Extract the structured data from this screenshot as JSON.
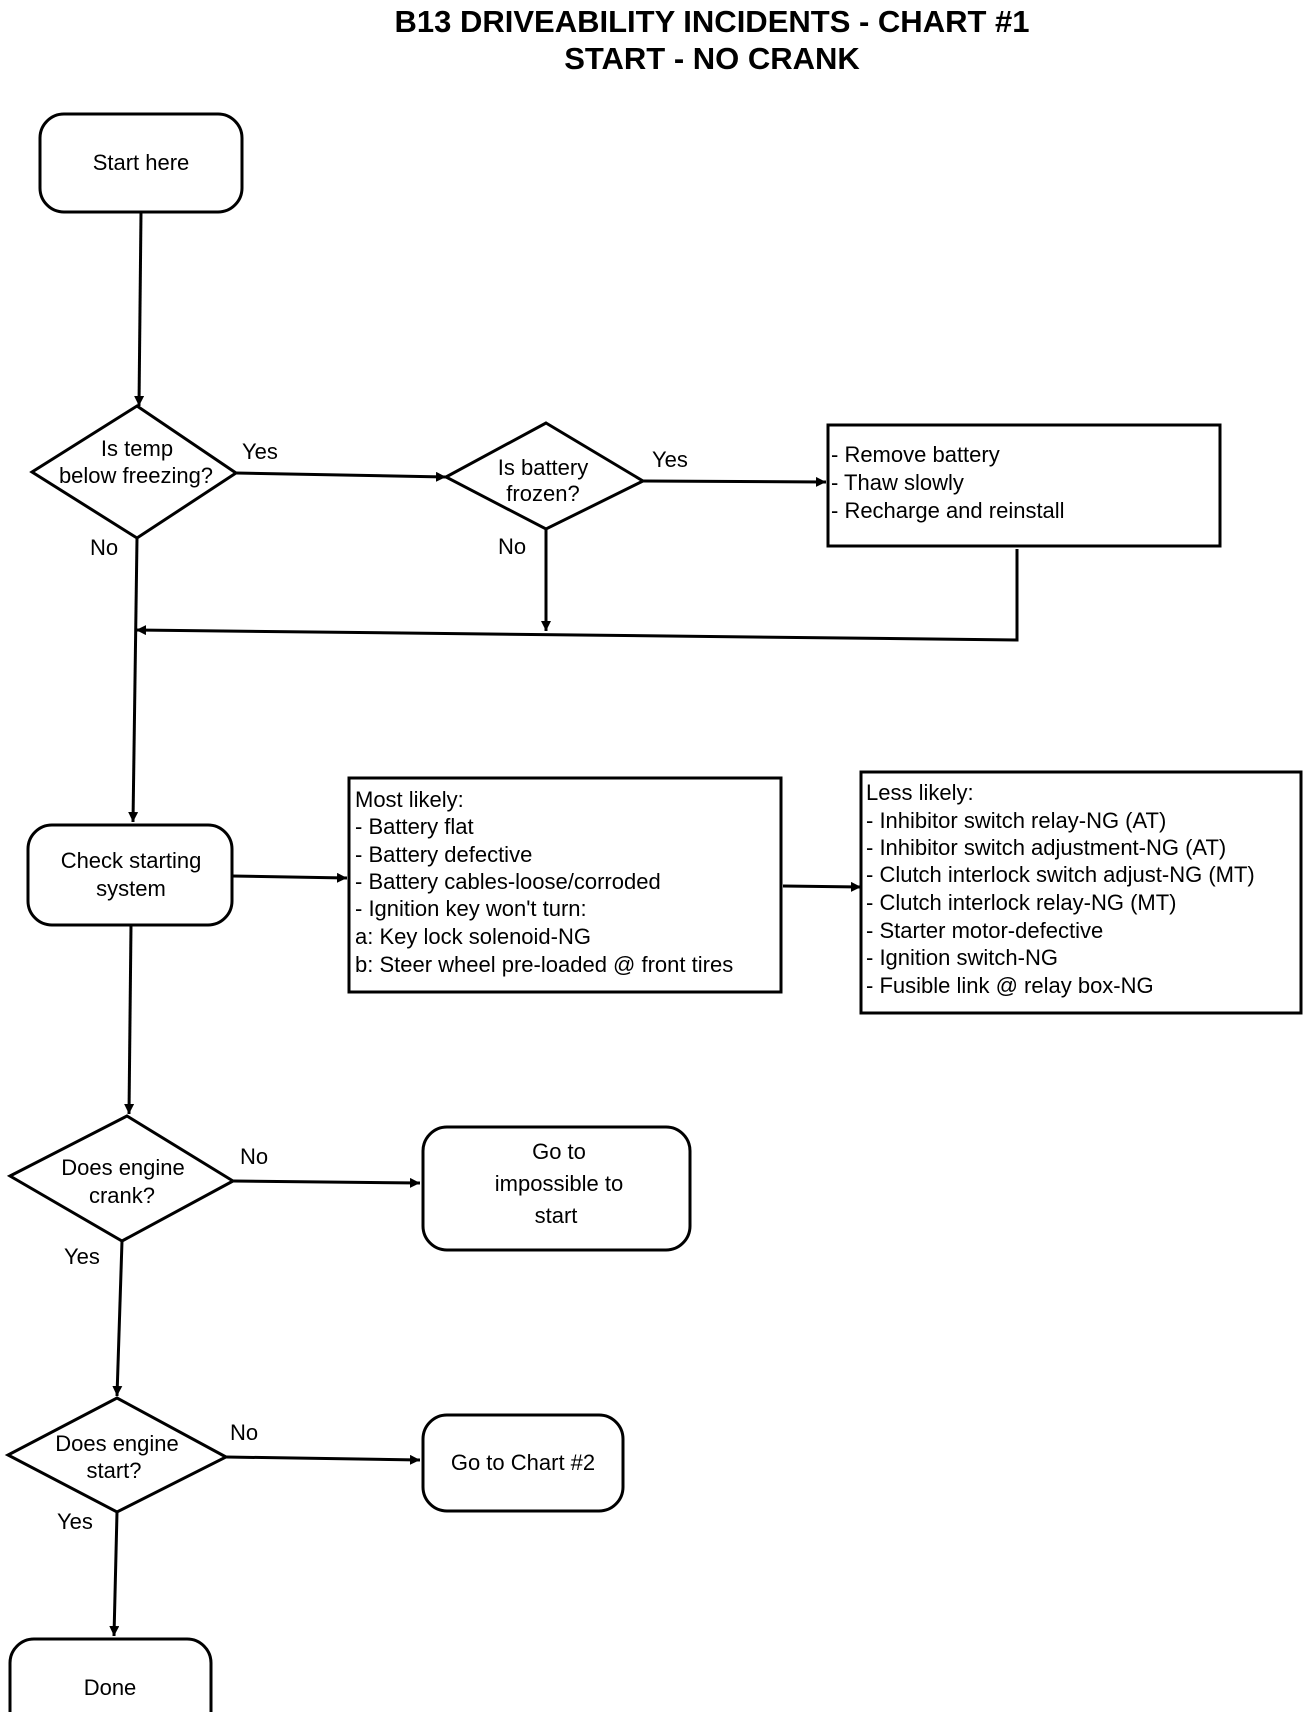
{
  "title": {
    "line1": "B13 DRIVEABILITY INCIDENTS - CHART #1",
    "line2": "START - NO CRANK"
  },
  "nodes": {
    "start": {
      "lines": [
        "Start here"
      ]
    },
    "temp": {
      "lines": [
        "Is temp",
        "below freezing?"
      ]
    },
    "battery_frozen": {
      "lines": [
        "Is battery",
        "frozen?"
      ]
    },
    "battery_actions": {
      "lines": [
        "- Remove battery",
        "- Thaw slowly",
        "- Recharge and reinstall"
      ]
    },
    "check_starting": {
      "lines": [
        "Check starting",
        "system"
      ]
    },
    "most_likely": {
      "lines": [
        "Most likely:",
        "- Battery flat",
        "- Battery defective",
        "- Battery cables-loose/corroded",
        "- Ignition key won't turn:",
        "a: Key lock solenoid-NG",
        "b: Steer wheel pre-loaded @ front tires"
      ]
    },
    "less_likely": {
      "lines": [
        "Less likely:",
        "- Inhibitor switch relay-NG (AT)",
        "- Inhibitor switch adjustment-NG (AT)",
        "- Clutch interlock switch adjust-NG (MT)",
        "- Clutch interlock relay-NG (MT)",
        "- Starter motor-defective",
        "- Ignition switch-NG",
        "- Fusible link @ relay box-NG"
      ]
    },
    "crank": {
      "lines": [
        "Does engine",
        "crank?"
      ]
    },
    "impossible": {
      "lines": [
        "Go to",
        "impossible to",
        "start"
      ]
    },
    "engine_start": {
      "lines": [
        "Does engine",
        "start?"
      ]
    },
    "chart2": {
      "lines": [
        "Go to Chart #2"
      ]
    },
    "done": {
      "lines": [
        "Done"
      ]
    }
  },
  "edge_labels": {
    "temp_yes": "Yes",
    "temp_no": "No",
    "frozen_yes": "Yes",
    "frozen_no": "No",
    "crank_no": "No",
    "crank_yes": "Yes",
    "start_no": "No",
    "start_yes": "Yes"
  }
}
